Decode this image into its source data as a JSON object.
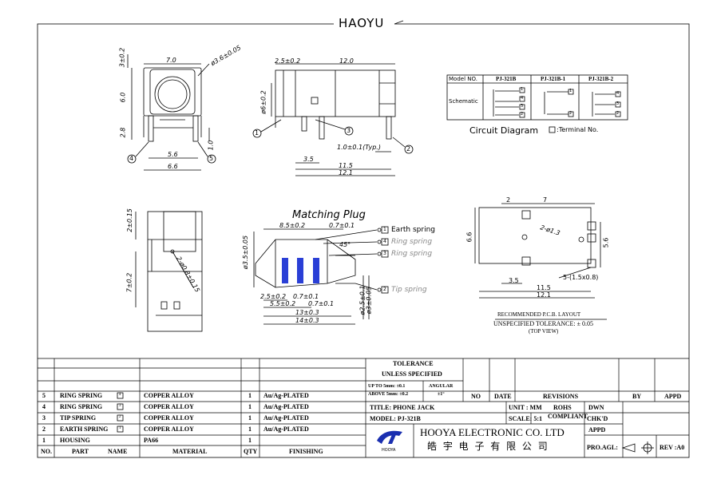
{
  "header": {
    "title": "HAOYU"
  },
  "views": {
    "front": {
      "d_len": "7.0",
      "d_hole": "ø3.6±0.05",
      "d_h6": "6.0",
      "d_top": "3±0.2",
      "d_28": "2.8",
      "d_10": "1.0",
      "d_56": "5.6",
      "d_66": "6.6",
      "n4": "4",
      "n5": "5"
    },
    "side": {
      "d_25": "2.5±0.2",
      "d_12": "12.0",
      "d_dia6": "ø6±0.2",
      "d_10t": "1.0±0.1(Typ.)",
      "d_35": "3.5",
      "d_115": "11.5",
      "d_121": "12.1",
      "n1": "1",
      "n2": "2",
      "n3": "3"
    },
    "bottom": {
      "d_2": "2±0.15",
      "d_7": "7±0.2",
      "d_hole": "2-ø0.8±0.15"
    },
    "pcb": {
      "d_2": "2",
      "d_7": "7",
      "d_hole": "2-ø1.3",
      "d_66": "6.6",
      "d_56": "5.6",
      "d_slot": "5-(1.5x0.8)",
      "d_35": "3.5",
      "d_115": "11.5",
      "d_121": "12.1"
    }
  },
  "plug": {
    "title": "Matching Plug",
    "d_85": "8.5±0.2",
    "d_07a": "0.7±0.1",
    "d_45": "45°",
    "d_dia35": "ø3.5±0.05",
    "d_25": "2.5±0.2",
    "d_55": "5.5±0.2",
    "d_07b": "0.7±0.1",
    "d_07c": "0.7±0.1",
    "d_13": "13±0.3",
    "d_14": "14±0.3",
    "d_dia25": "ø2.5±0.1",
    "d_dia3": "ø3±0.05",
    "labels": [
      {
        "num": "1",
        "text": "Earth spring"
      },
      {
        "num": "4",
        "text": "Ring  spring"
      },
      {
        "num": "3",
        "text": "Ring  spring"
      },
      {
        "num": "2",
        "text": "Tip  spring"
      }
    ]
  },
  "schematic": {
    "hdr_model": "Model  NO.",
    "hdr_a": "PJ-321B",
    "hdr_b": "PJ-321B-1",
    "hdr_c": "PJ-321B-2",
    "row_label": "Schematic",
    "caption": "Circuit  Diagram",
    "caption_small": ":Terminal  No.",
    "pins_a": [
      "1",
      "4",
      "3",
      "2"
    ],
    "pins_b": [
      "1",
      "2"
    ],
    "pins_c": [
      "4",
      "3",
      "2"
    ]
  },
  "notes": {
    "line1": "RECOMMENDED  P.C.B.  LAYOUT",
    "line2": "UNSPECIFIED  TOLERANCE: ± 0.05",
    "line3": "(TOP  VIEW)"
  },
  "bom": {
    "rows": [
      {
        "no": "5",
        "part": "RING  SPRING",
        "pin": "4",
        "material": "COPPER  ALLOY",
        "qty": "1",
        "finishing": "Au/Ag-PLATED"
      },
      {
        "no": "4",
        "part": "RING  SPRING",
        "pin": "3",
        "material": "COPPER  ALLOY",
        "qty": "1",
        "finishing": "Au/Ag-PLATED"
      },
      {
        "no": "3",
        "part": "TIP  SPRING",
        "pin": "2",
        "material": "COPPER  ALLOY",
        "qty": "1",
        "finishing": "Au/Ag-PLATED"
      },
      {
        "no": "2",
        "part": "EARTH  SPRING",
        "pin": "1",
        "material": "COPPER  ALLOY",
        "qty": "1",
        "finishing": "Au/Ag-PLATED"
      },
      {
        "no": "1",
        "part": "HOUSING",
        "pin": "",
        "material": "PA66",
        "qty": "1",
        "finishing": ""
      }
    ],
    "headers": {
      "no": "NO.",
      "part": "PART",
      "name": "NAME",
      "material": "MATERIAL",
      "qty": "QTY",
      "finishing": "FINISHING"
    }
  },
  "title_block": {
    "tol1": "TOLERANCE",
    "tol2": "UNLESS   SPECIFIED",
    "tol3": "UP  TO  5mm: ±0.1",
    "tol4": "ABOVE  5mm: ±0.2",
    "ang1": "ANGULAR",
    "ang2": "±1°",
    "rev_no": "NO",
    "rev_date": "DATE",
    "rev_revisions": "REVISIONS",
    "rev_by": "BY",
    "rev_appd": "APPD",
    "title": "TITLE:  PHONE  JACK",
    "model": "MODEL:  PJ-321B",
    "unit": "UNIT  :  MM",
    "rohs": "ROHS",
    "scale": "SCALE:  5:1",
    "compliant": "COMPLIANT",
    "dwn": "DWN",
    "chkd": "CHK'D",
    "appd": "APPD",
    "company": "HOOYA  ELECTRONIC  CO.  LTD",
    "company_cn": "皓 宇 电 子 有 限 公 司",
    "logo_text": "HOOYA",
    "proagl": "PRO.AGL:",
    "rev": "REV  :A0"
  },
  "colors": {
    "line": "#000000",
    "plug_band": "#2a3fd6",
    "label_gray": "#888888"
  }
}
